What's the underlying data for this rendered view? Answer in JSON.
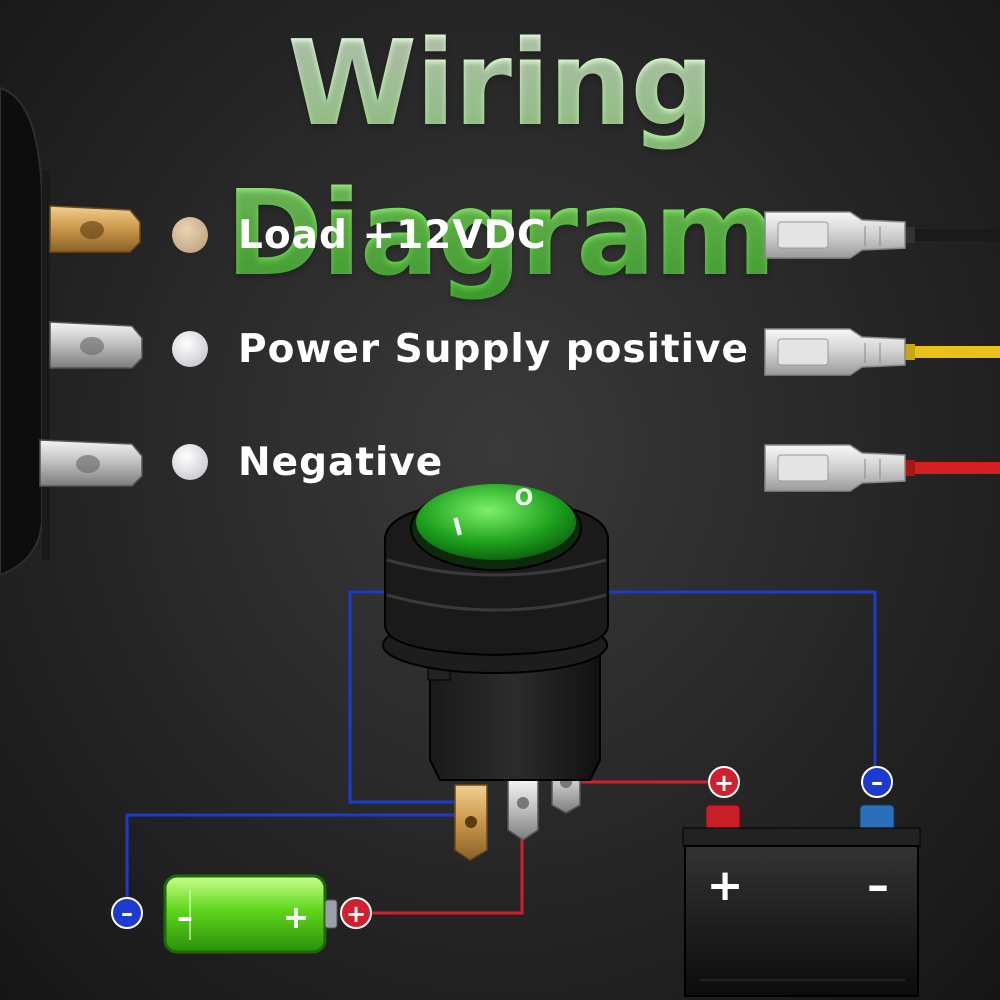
{
  "title": "Wiring Diagram",
  "legend": [
    {
      "label": "Load +12VDC",
      "pin": "gold",
      "wire_color": "#1a1a1a"
    },
    {
      "label": "Power Supply positive",
      "pin": "silver",
      "wire_color": "#e8c21a"
    },
    {
      "label": "Negative",
      "pin": "silver",
      "wire_color": "#d42020"
    }
  ],
  "switch": {
    "on_mark": "I",
    "off_mark": "O",
    "cap_color": "#1fa21f"
  },
  "battery_small": {
    "minus": "–",
    "plus": "+"
  },
  "car_battery": {
    "plus": "+",
    "minus": "–"
  },
  "markers": {
    "plus": "+",
    "minus": "–"
  },
  "colors": {
    "wire_blue": "#1e3bd0",
    "wire_red": "#d0202e",
    "accent_green": "#7be55e"
  }
}
